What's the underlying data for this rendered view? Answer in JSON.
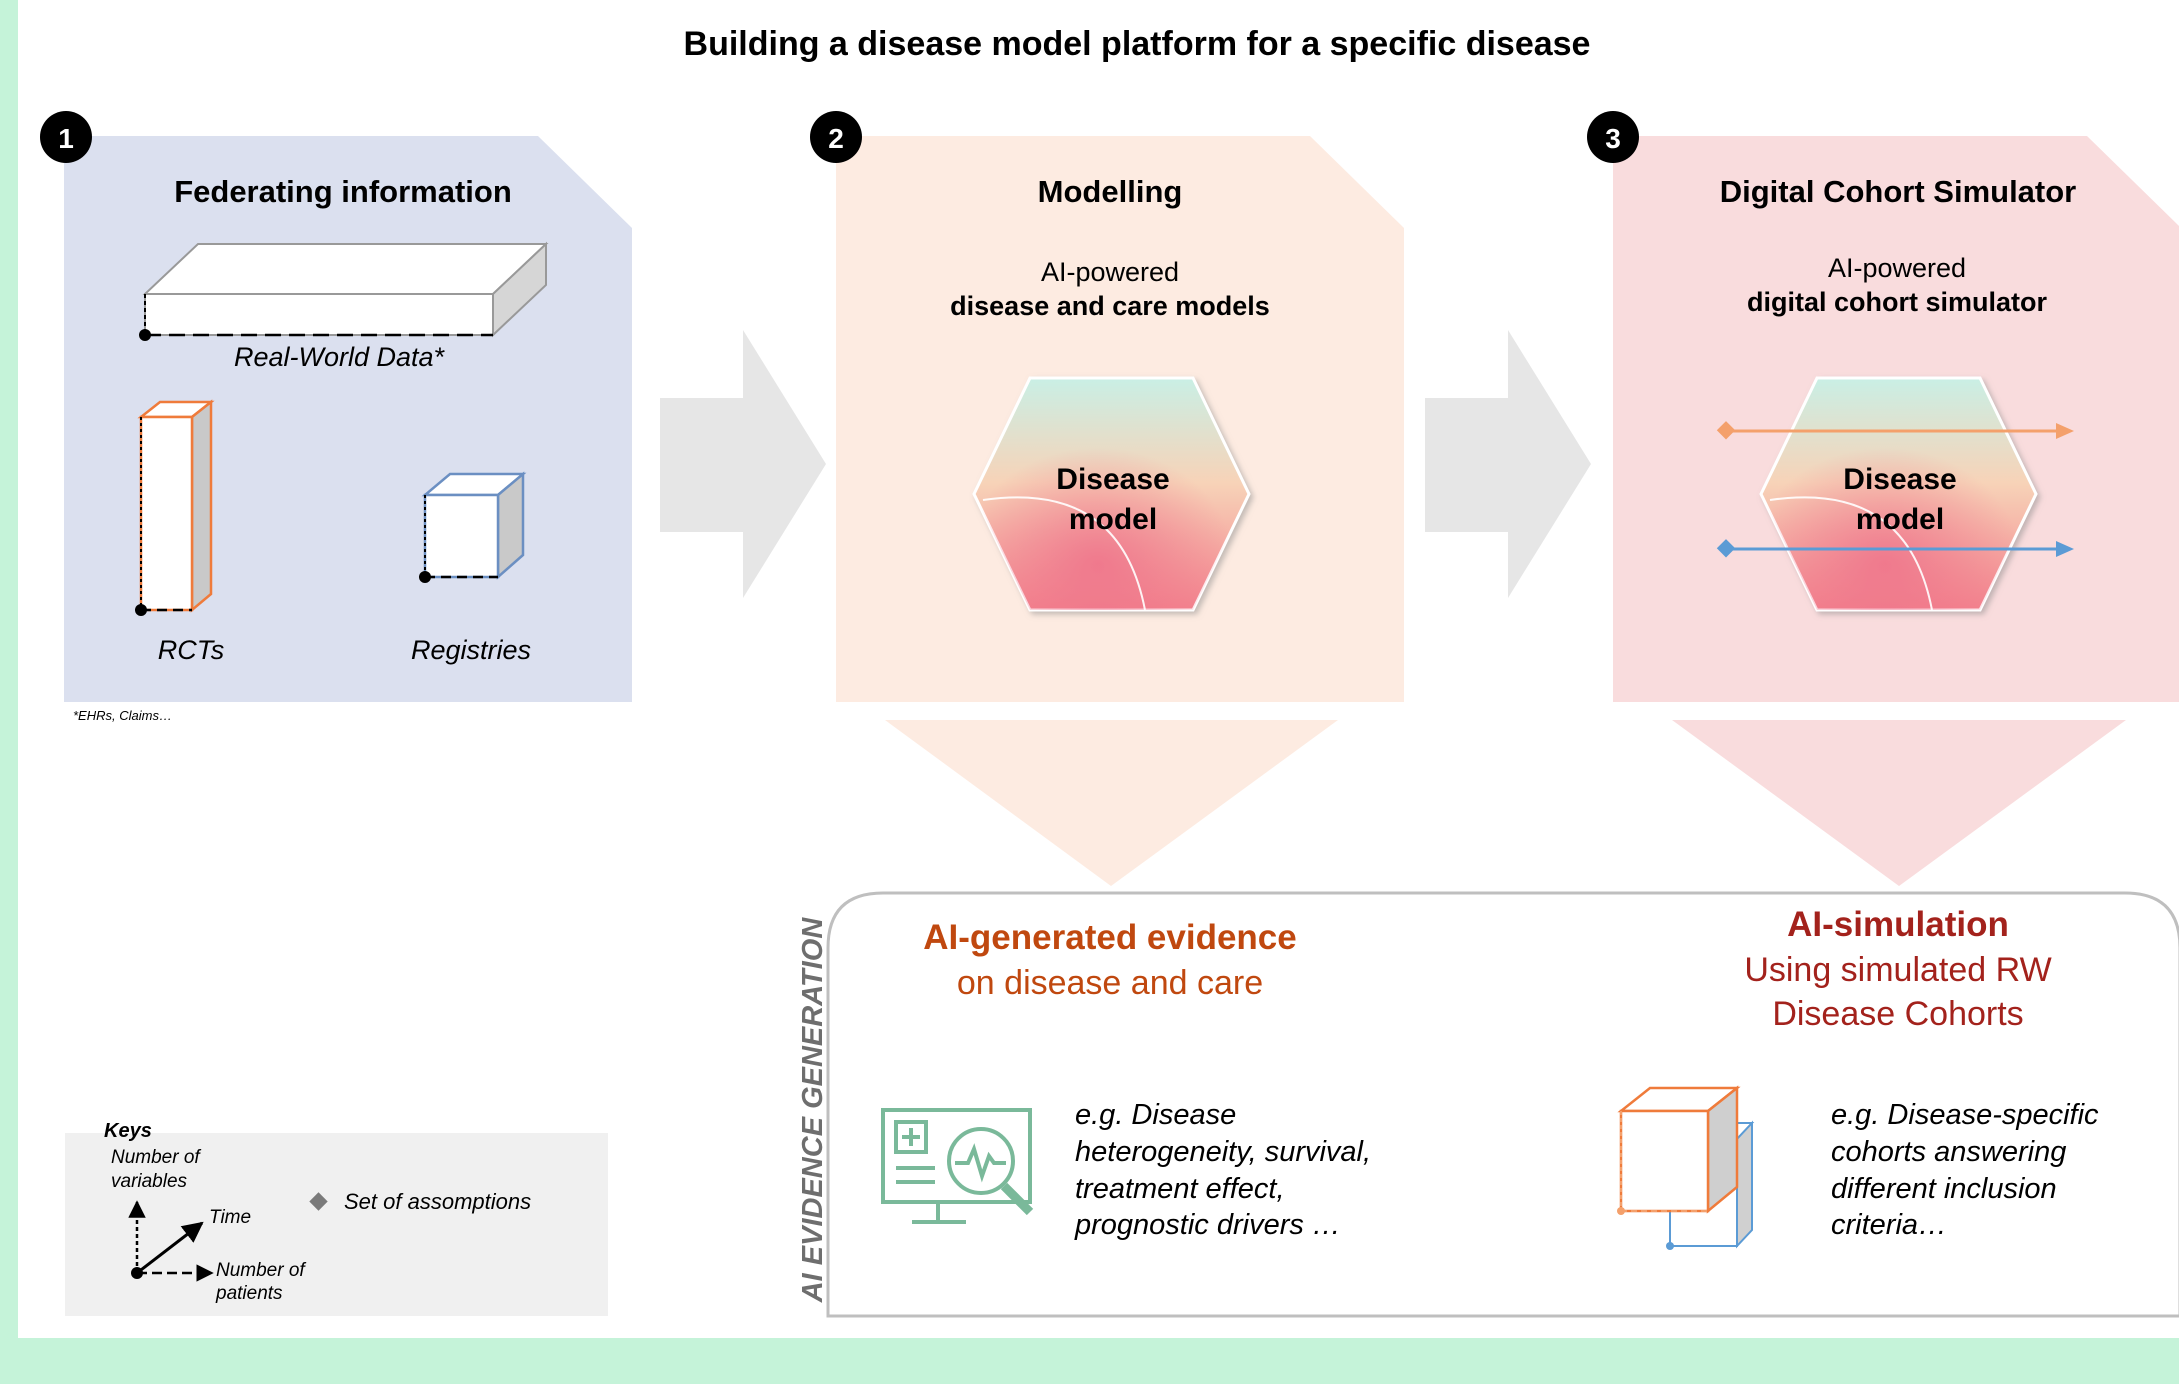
{
  "title": "Building a disease model platform for a specific disease",
  "steps": [
    {
      "number": "1",
      "heading": "Federating information",
      "sources": {
        "rwd": "Real-World Data*",
        "rcts": "RCTs",
        "registries": "Registries"
      },
      "footnote": "*EHRs, Claims…"
    },
    {
      "number": "2",
      "heading": "Modelling",
      "line1": "AI-powered",
      "line2": "disease and care models",
      "hex_line1": "Disease",
      "hex_line2": "model"
    },
    {
      "number": "3",
      "heading": "Digital Cohort Simulator",
      "line1": "AI-powered",
      "line2": "digital cohort simulator",
      "hex_line1": "Disease",
      "hex_line2": "model"
    }
  ],
  "evidence": {
    "side_label": "AI EVIDENCE GENERATION",
    "left": {
      "title": "AI-generated evidence",
      "subtitle": "on disease and care",
      "example": [
        "e.g. Disease",
        "heterogeneity, survival,",
        "treatment effect,",
        "prognostic drivers …"
      ]
    },
    "right": {
      "title": "AI-simulation",
      "subtitle1": "Using simulated RW",
      "subtitle2": "Disease Cohorts",
      "example": [
        "e.g. Disease-specific",
        "cohorts answering",
        "different inclusion",
        "criteria…"
      ]
    }
  },
  "keys": {
    "title": "Keys",
    "variables1": "Number of",
    "variables2": "variables",
    "time": "Time",
    "patients1": "Number of",
    "patients2": "patients",
    "assumptions": "Set of assomptions"
  },
  "colors": {
    "panel1": "#dbe0ef",
    "panel2": "#fdebe1",
    "panel3": "#f9dcdd",
    "arrow": "#e6e6e6",
    "evidence_left": "#c0480f",
    "evidence_right": "#a3221c",
    "green_band": "#c5f3d9",
    "rct_orange": "#ef7b3b",
    "registry_blue": "#6b8fc2",
    "icon_green": "#7ab99a"
  }
}
